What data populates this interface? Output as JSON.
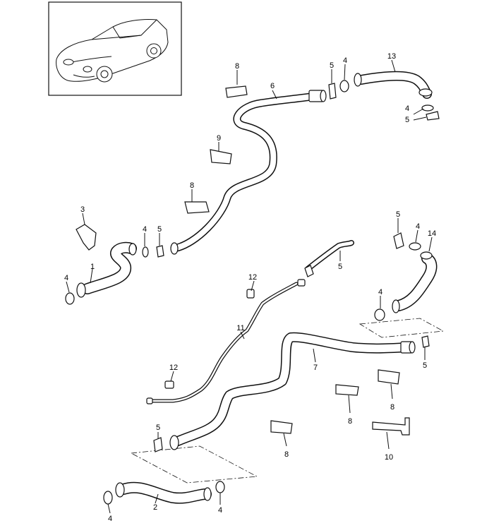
{
  "diagram": {
    "type": "parts-exploded-view",
    "part_labels": {
      "p1": "1",
      "p2": "2",
      "p3": "3",
      "p4a": "4",
      "p4b": "4",
      "p4c": "4",
      "p4d": "4",
      "p4e": "4",
      "p4f": "4",
      "p4g": "4",
      "p4h": "4",
      "p5a": "5",
      "p5b": "5",
      "p5c": "5",
      "p5d": "5",
      "p5e": "5",
      "p5f": "5",
      "p5g": "5",
      "p6": "6",
      "p7": "7",
      "p8a": "8",
      "p8b": "8",
      "p8c": "8",
      "p8d": "8",
      "p8e": "8",
      "p9": "9",
      "p10": "10",
      "p11": "11",
      "p12a": "12",
      "p12b": "12",
      "p13": "13",
      "p14": "14"
    }
  }
}
